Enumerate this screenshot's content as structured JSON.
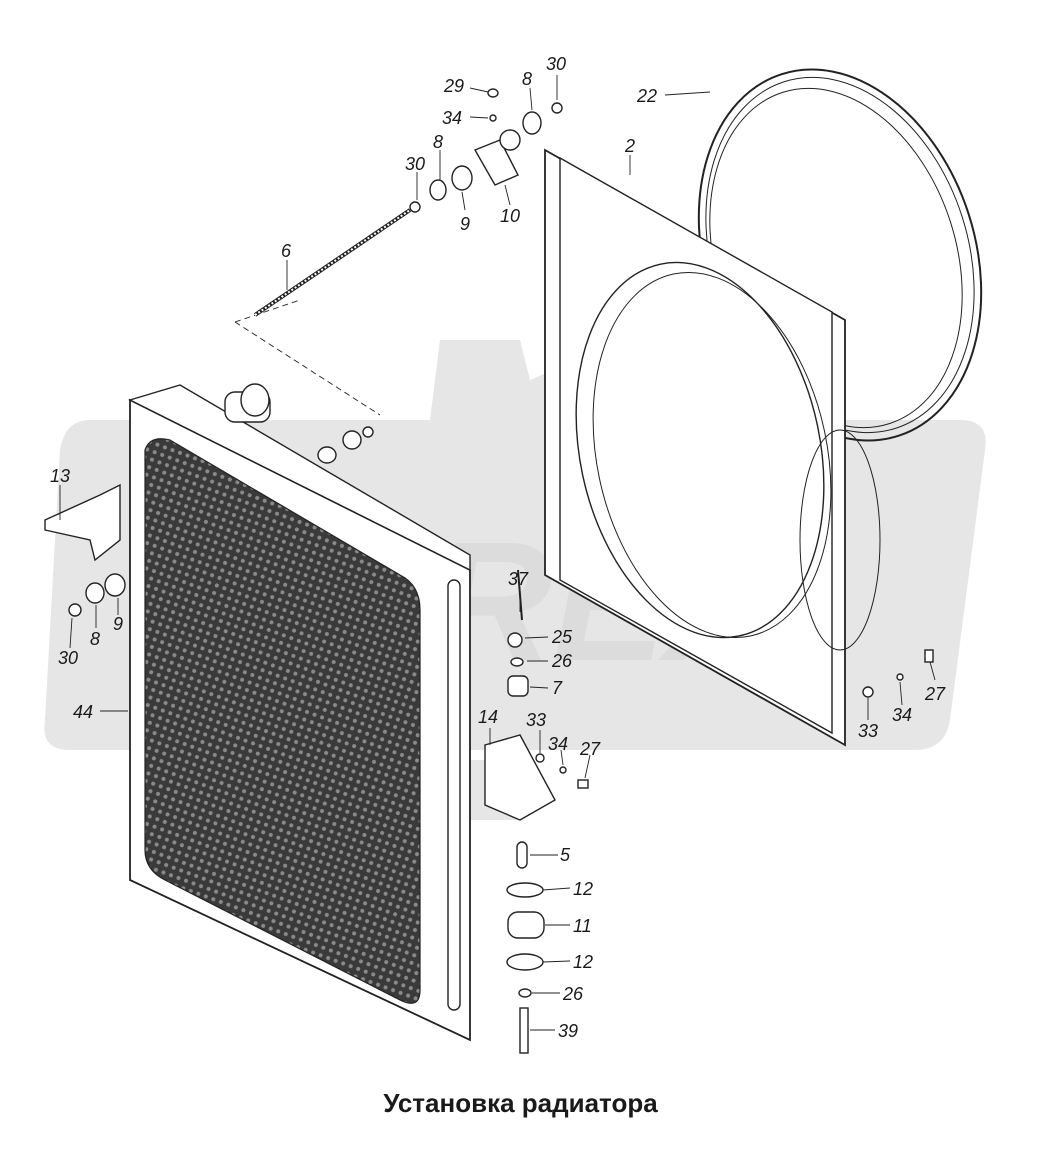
{
  "caption": "Установка радиатора",
  "watermark": {
    "text": "REX",
    "color": "#dcdcdc"
  },
  "callouts": [
    {
      "id": "29",
      "label": "29"
    },
    {
      "id": "34a",
      "label": "34"
    },
    {
      "id": "8a",
      "label": "8"
    },
    {
      "id": "30a",
      "label": "30"
    },
    {
      "id": "22",
      "label": "22"
    },
    {
      "id": "8b",
      "label": "8"
    },
    {
      "id": "30b",
      "label": "30"
    },
    {
      "id": "2",
      "label": "2"
    },
    {
      "id": "9a",
      "label": "9"
    },
    {
      "id": "10",
      "label": "10"
    },
    {
      "id": "6",
      "label": "6"
    },
    {
      "id": "13",
      "label": "13"
    },
    {
      "id": "30c",
      "label": "30"
    },
    {
      "id": "8c",
      "label": "8"
    },
    {
      "id": "9b",
      "label": "9"
    },
    {
      "id": "44",
      "label": "44"
    },
    {
      "id": "37",
      "label": "37"
    },
    {
      "id": "25",
      "label": "25"
    },
    {
      "id": "26a",
      "label": "26"
    },
    {
      "id": "7",
      "label": "7"
    },
    {
      "id": "14",
      "label": "14"
    },
    {
      "id": "33a",
      "label": "33"
    },
    {
      "id": "34b",
      "label": "34"
    },
    {
      "id": "27a",
      "label": "27"
    },
    {
      "id": "33b",
      "label": "33"
    },
    {
      "id": "34c",
      "label": "34"
    },
    {
      "id": "27b",
      "label": "27"
    },
    {
      "id": "5",
      "label": "5"
    },
    {
      "id": "12a",
      "label": "12"
    },
    {
      "id": "11",
      "label": "11"
    },
    {
      "id": "12b",
      "label": "12"
    },
    {
      "id": "26b",
      "label": "26"
    },
    {
      "id": "39",
      "label": "39"
    }
  ]
}
